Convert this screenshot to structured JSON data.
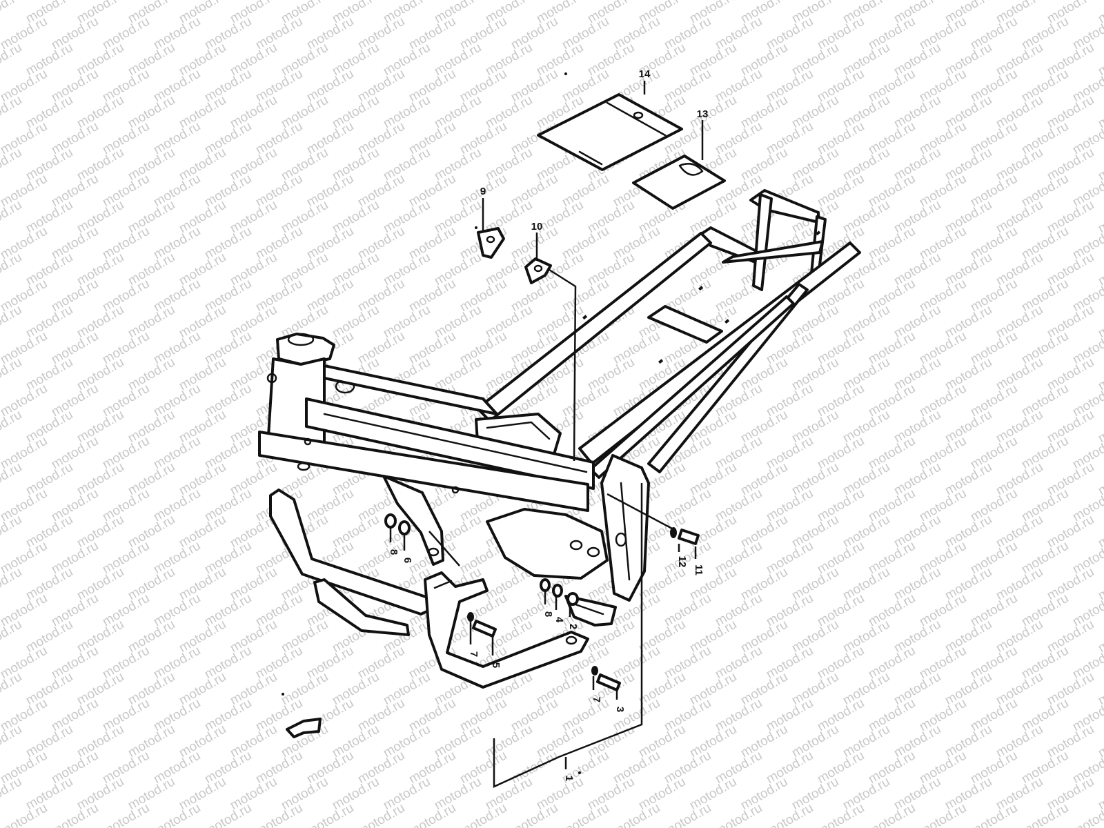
{
  "watermark": "motod.ru",
  "callouts": [
    {
      "label": "14"
    },
    {
      "label": "13"
    },
    {
      "label": "9"
    },
    {
      "label": "10"
    },
    {
      "label": "8"
    },
    {
      "label": "6"
    },
    {
      "label": "12"
    },
    {
      "label": "11"
    },
    {
      "label": "8"
    },
    {
      "label": "4"
    },
    {
      "label": "2"
    },
    {
      "label": "7"
    },
    {
      "label": "5"
    },
    {
      "label": "7"
    },
    {
      "label": "3"
    },
    {
      "label": "1"
    }
  ],
  "colors": {
    "line": "#111111",
    "watermark": "#c8c8c8",
    "background": "#ffffff"
  }
}
